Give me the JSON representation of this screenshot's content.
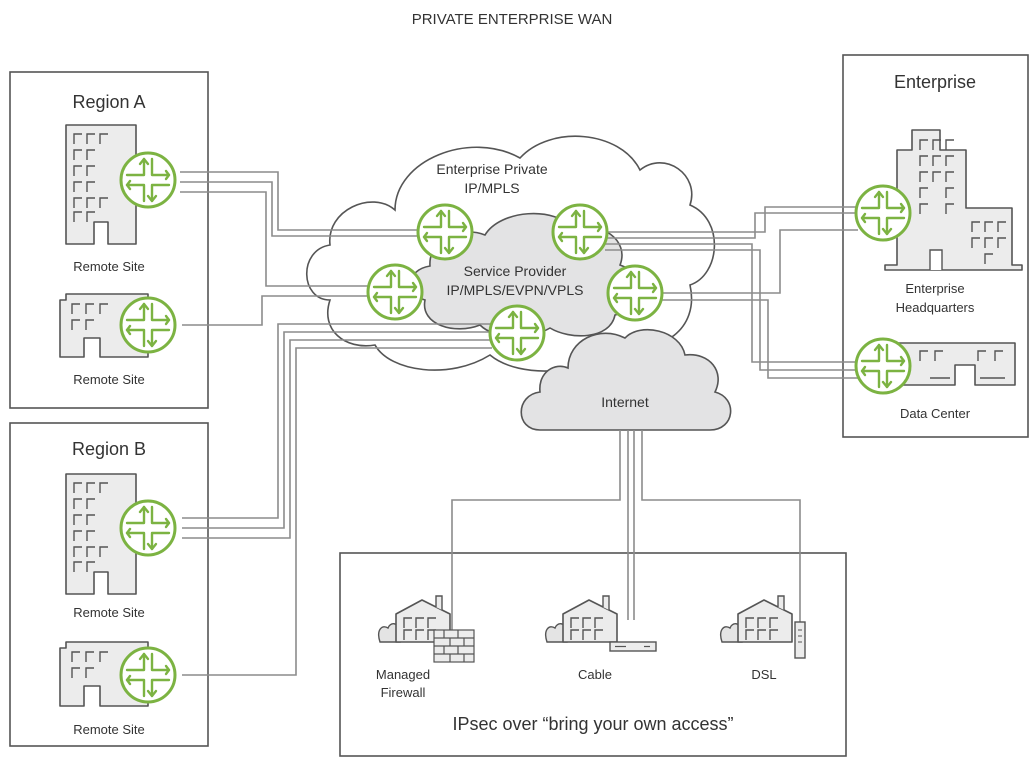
{
  "title": "PRIVATE ENTERPRISE WAN",
  "regions": {
    "a": {
      "label": "Region A",
      "sites": [
        "Remote Site",
        "Remote Site"
      ]
    },
    "b": {
      "label": "Region B",
      "sites": [
        "Remote Site",
        "Remote Site"
      ]
    }
  },
  "enterprise": {
    "label": "Enterprise",
    "hq_line1": "Enterprise",
    "hq_line2": "Headquarters",
    "dc": "Data Center"
  },
  "clouds": {
    "enterprise_private_line1": "Enterprise Private",
    "enterprise_private_line2": "IP/MPLS",
    "service_provider_line1": "Service Provider",
    "service_provider_line2": "IP/MPLS/EVPN/VPLS",
    "internet": "Internet"
  },
  "branches": {
    "firewall_line1": "Managed",
    "firewall_line2": "Firewall",
    "cable": "Cable",
    "dsl": "DSL",
    "caption": "IPsec over “bring your own access”"
  },
  "colors": {
    "router_green": "#7cb342",
    "cloud_fill": "#e3e3e4",
    "building_fill": "#ececec",
    "outline": "#444444",
    "link_gray": "#8c8c8c"
  },
  "icons": [
    "router-icon",
    "office-building-icon",
    "house-icon",
    "firewall-icon",
    "cable-modem-icon",
    "dsl-modem-icon",
    "cloud-icon"
  ]
}
